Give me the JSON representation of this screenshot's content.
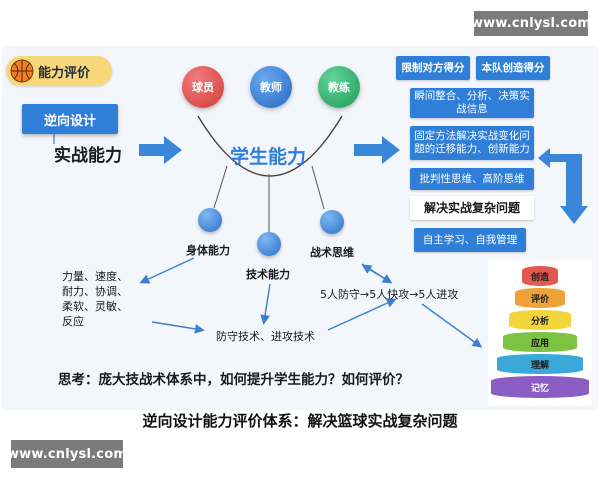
{
  "watermark": {
    "top_right": "www.cnlysl.com",
    "bottom_left": "www.cnlysl.com"
  },
  "header": {
    "badge": "能力评价"
  },
  "left": {
    "reverse_design": "逆向设计",
    "combat_ability": "实战能力"
  },
  "center": {
    "top_circles": [
      "球员",
      "教师",
      "教练"
    ],
    "student_ability": "学生能力",
    "sub_abilities": [
      "身体能力",
      "技术能力",
      "战术思维"
    ],
    "physical_traits": [
      "力量、速度、",
      "耐力、协调、",
      "柔软、灵敏、",
      "反应"
    ],
    "tactics_flow": "5人防守→5人快攻→5人进攻",
    "techniques": "防守技术、进攻技术"
  },
  "right_boxes": [
    "限制对方得分",
    "本队创造得分",
    "瞬间整合、分析、决策实战信息",
    "固定方法解决实战变化问题的迁移能力、创新能力",
    "批判性思维、高阶思维",
    "解决实战复杂问题",
    "自主学习、自我管理"
  ],
  "pyramid": {
    "levels": [
      {
        "label": "创造",
        "color": "#e25a4f"
      },
      {
        "label": "评价",
        "color": "#f0a23a"
      },
      {
        "label": "分析",
        "color": "#f3d63c"
      },
      {
        "label": "应用",
        "color": "#7cc243"
      },
      {
        "label": "理解",
        "color": "#3aa8d8"
      },
      {
        "label": "记忆",
        "color": "#8a5cc4"
      }
    ]
  },
  "question": "思考：庞大技战术体系中，如何提升学生能力？如何评价？",
  "caption": "逆向设计能力评价体系：解决篮球实战复杂问题",
  "colors": {
    "accent": "#2f7ed8",
    "badge": "#f6d87a",
    "circle_red": "#e34b4b",
    "circle_blue": "#2f7ed8",
    "circle_green": "#2fb36b"
  }
}
